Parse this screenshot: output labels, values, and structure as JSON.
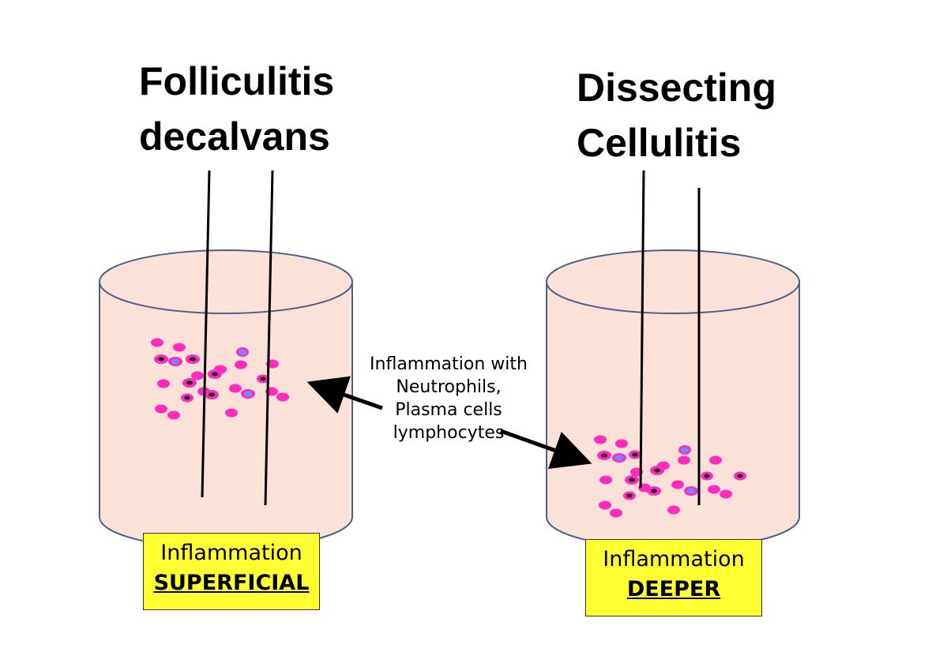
{
  "titles": {
    "left": [
      "Folliculitis",
      "decalvans"
    ],
    "right": [
      "Dissecting",
      "Cellulitis"
    ]
  },
  "annotation": {
    "lines": [
      "Inflammation with",
      "Neutrophils,",
      "Plasma cells",
      "lymphocytes"
    ]
  },
  "labels": {
    "left": {
      "line1": "Inflammation",
      "line2": "SUPERFICIAL"
    },
    "right": {
      "line1": "Inflammation",
      "line2": "DEEPER"
    }
  },
  "colors": {
    "cylinder_fill": "#fbe1d8",
    "cylinder_outline": "#4a5f8c",
    "neutrophil": "#ff2bbd",
    "plasma_cell_nucleus": "#1a0a14",
    "lymphocyte_nucleus": "#6d8bff",
    "label_box": "#ffff33"
  },
  "icons": {
    "cell_neutrophil": "pink-oval",
    "cell_plasma": "pink-oval-dark-nucleus",
    "cell_lymphocyte": "pink-oval-blue-nucleus"
  }
}
